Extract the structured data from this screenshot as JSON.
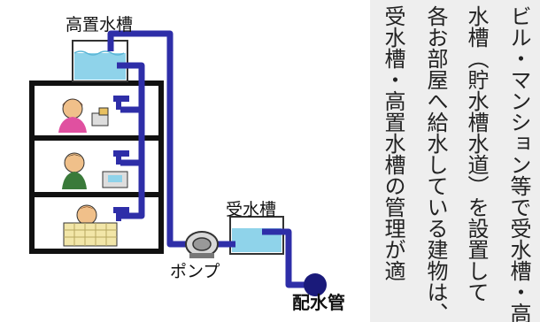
{
  "diagram": {
    "labels": {
      "elevated_tank": "高置水槽",
      "receiving_tank": "受水槽",
      "pump": "ポンプ",
      "water_main": "配水管"
    },
    "colors": {
      "pipe": "#2e2ea8",
      "water": "#8fd3ea",
      "main_pipe": "#1a1a7a"
    }
  },
  "text_panel": {
    "columns": [
      "ビル・マンション等で受水槽・高置",
      "水槽（貯水槽水道）を設置して",
      "各お部屋へ給水している建物は、",
      "受水槽・高置水槽の管理が適"
    ]
  }
}
